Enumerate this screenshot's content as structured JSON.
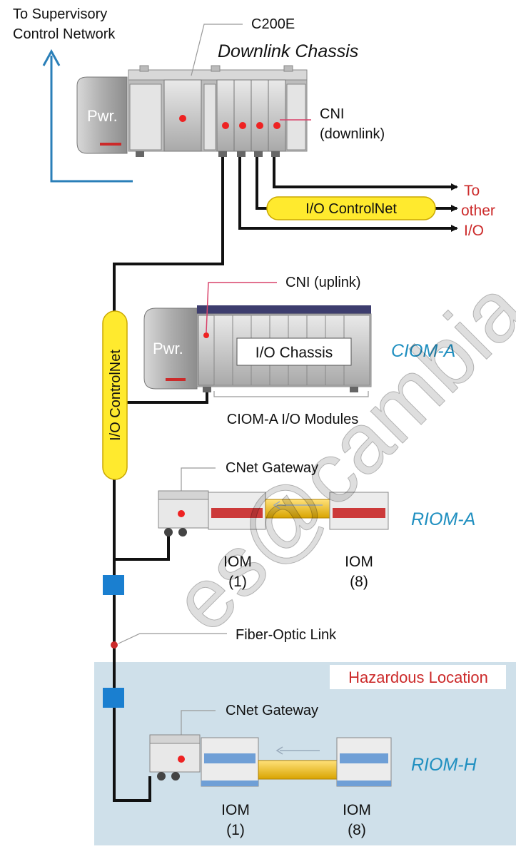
{
  "labels": {
    "supervisory_line1": "To Supervisory",
    "supervisory_line2": "Control Network",
    "c200e": "C200E",
    "downlink_chassis": "Downlink Chassis",
    "pwr_top": "Pwr.",
    "cni_downlink_1": "CNI",
    "cni_downlink_2": "(downlink)",
    "to_other_io_1": "To",
    "to_other_io_2": "other",
    "to_other_io_3": "I/O",
    "io_controlnet_horizontal": "I/O ControlNet",
    "io_controlnet_vertical": "I/O ControlNet",
    "cni_uplink": "CNI (uplink)",
    "pwr_mid": "Pwr.",
    "io_chassis": "I/O Chassis",
    "ciom_a": "CIOM-A",
    "ciom_a_modules": "CIOM-A I/O Modules",
    "cnet_gateway_a": "CNet Gateway",
    "riom_a": "RIOM-A",
    "iom_a1_1": "IOM",
    "iom_a1_2": "(1)",
    "iom_a8_1": "IOM",
    "iom_a8_2": "(8)",
    "fiber_optic": "Fiber-Optic Link",
    "hazardous": "Hazardous Location",
    "cnet_gateway_h": "CNet Gateway",
    "riom_h": "RIOM-H",
    "iom_h1_1": "IOM",
    "iom_h1_2": "(1)",
    "iom_h8_1": "IOM",
    "iom_h8_2": "(8)",
    "watermark": "es@cambia.c"
  },
  "colors": {
    "blue_label": "#1f8fc0",
    "red_label": "#cc2a2a",
    "yellow": "#ffea2e",
    "hazard_bg": "#cfe0ea",
    "link_blue": "#1a7fd0",
    "supervisory_arrow": "#2a7fb8"
  }
}
